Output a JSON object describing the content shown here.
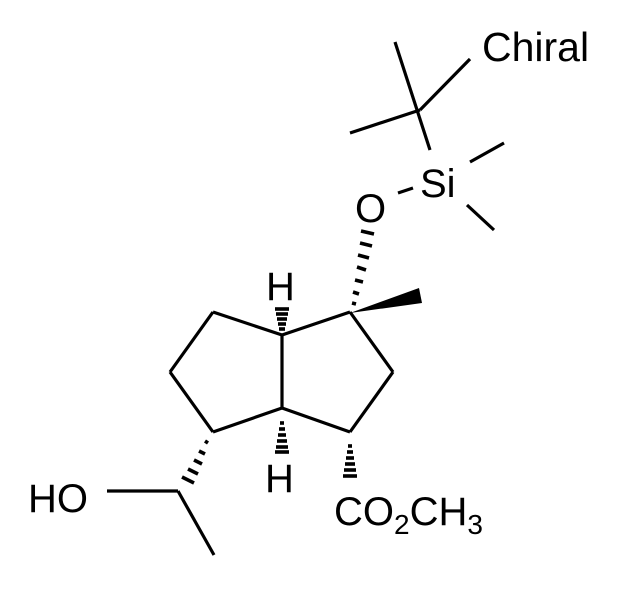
{
  "diagram": {
    "type": "chemical-structure",
    "label_chiral": "Chiral",
    "colors": {
      "background": "#ffffff",
      "ink": "#000000"
    },
    "atoms": {
      "silicon": "Si",
      "oxygen": "O",
      "hydrogen_top": "H",
      "hydrogen_bottom": "H",
      "hydroxyl": "HO",
      "ester": {
        "c": "CO",
        "sub2": "2",
        "ch": "CH",
        "sub3": "3"
      }
    },
    "groups": [
      "tert-butyldimethylsilyloxy (TBS ether)",
      "methyl (wedge)",
      "bicyclo[3.3.0]octane core (octahydropentalene)",
      "1-hydroxyethyl (hashed)",
      "methyl ester CO2CH3 (hashed)"
    ]
  }
}
